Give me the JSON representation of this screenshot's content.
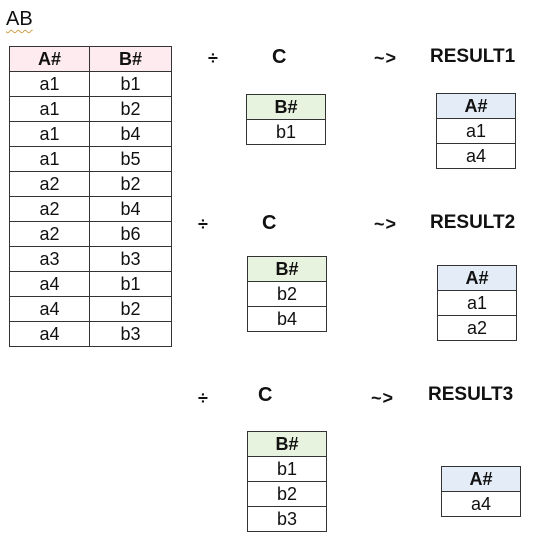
{
  "ab": {
    "title": "AB",
    "headers": [
      "A#",
      "B#"
    ],
    "rows": [
      [
        "a1",
        "b1"
      ],
      [
        "a1",
        "b2"
      ],
      [
        "a1",
        "b4"
      ],
      [
        "a1",
        "b5"
      ],
      [
        "a2",
        "b2"
      ],
      [
        "a2",
        "b4"
      ],
      [
        "a2",
        "b6"
      ],
      [
        "a3",
        "b3"
      ],
      [
        "a4",
        "b1"
      ],
      [
        "a4",
        "b2"
      ],
      [
        "a4",
        "b3"
      ]
    ]
  },
  "divisions": [
    {
      "operator": "÷",
      "divisor_name": "C",
      "arrow": "~>",
      "result_name": "RESULT1",
      "divisor": {
        "header": "B#",
        "rows": [
          "b1"
        ]
      },
      "result": {
        "header": "A#",
        "rows": [
          "a1",
          "a4"
        ]
      }
    },
    {
      "operator": "÷",
      "divisor_name": "C",
      "arrow": "~>",
      "result_name": "RESULT2",
      "divisor": {
        "header": "B#",
        "rows": [
          "b2",
          "b4"
        ]
      },
      "result": {
        "header": "A#",
        "rows": [
          "a1",
          "a2"
        ]
      }
    },
    {
      "operator": "÷",
      "divisor_name": "C",
      "arrow": "~>",
      "result_name": "RESULT3",
      "divisor": {
        "header": "B#",
        "rows": [
          "b1",
          "b2",
          "b3"
        ]
      },
      "result": {
        "header": "A#",
        "rows": [
          "a4"
        ]
      }
    }
  ],
  "colors": {
    "ab_header": "#fdebef",
    "divisor_header": "#e8f3df",
    "result_header": "#e3ecf7",
    "border": "#333333"
  }
}
